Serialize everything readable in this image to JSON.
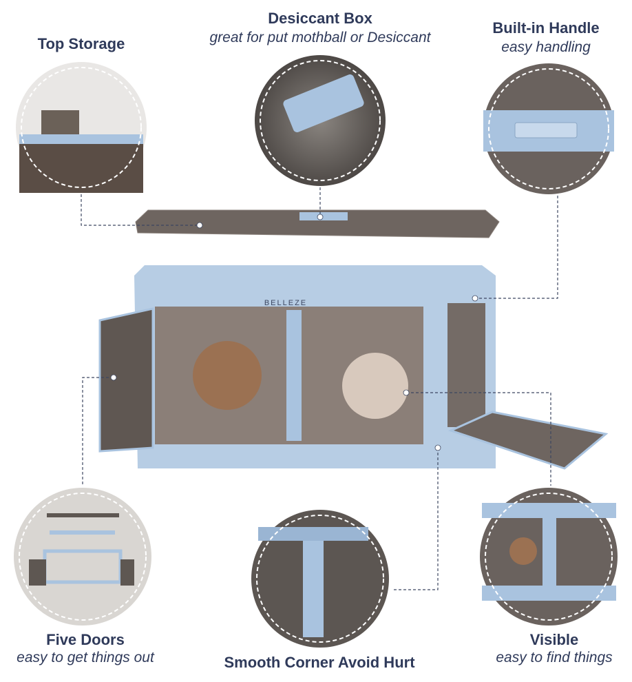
{
  "brand": "BELLEZE",
  "features": {
    "top_storage": {
      "title": "Top Storage"
    },
    "desiccant_box": {
      "title": "Desiccant Box",
      "subtitle": "great for put mothball or Desiccant"
    },
    "built_in_handle": {
      "title": "Built-in Handle",
      "subtitle": "easy handling"
    },
    "five_doors": {
      "title": "Five Doors",
      "subtitle": "easy to get things out"
    },
    "smooth_corner": {
      "title": "Smooth Corner Avoid Hurt"
    },
    "visible": {
      "title": "Visible",
      "subtitle": "easy to find things"
    }
  },
  "colors": {
    "text": "#2f3a5a",
    "frame": "#a9c3df",
    "panel": "#6e6560",
    "dash": "#3c4660"
  }
}
